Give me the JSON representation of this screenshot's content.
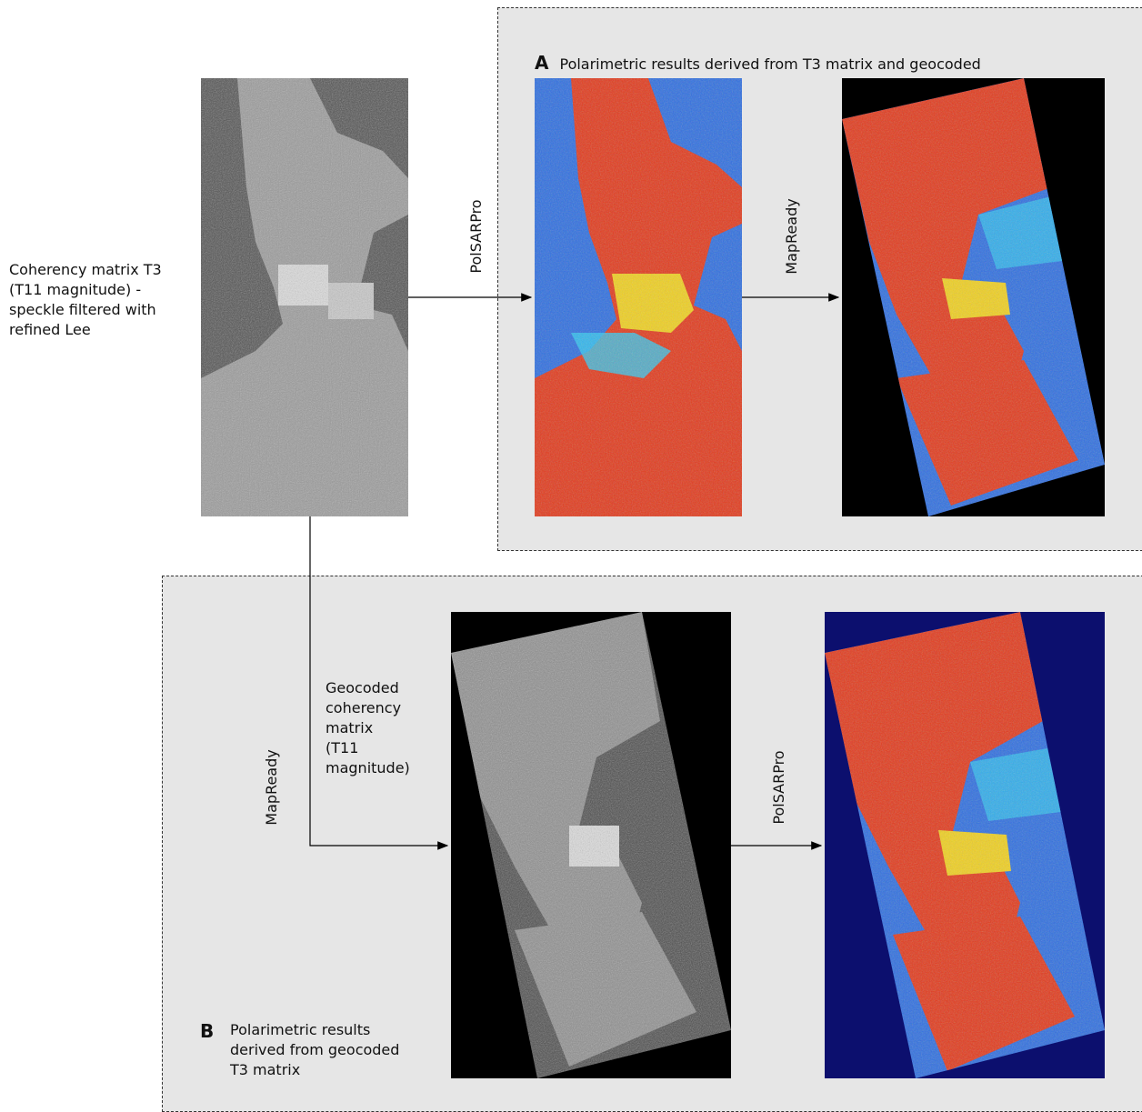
{
  "source": {
    "description": "Coherency matrix T3\n(T11 magnitude) -\nspeckle filtered with\nrefined Lee"
  },
  "panel_a": {
    "letter": "A",
    "title": "Polarimetric results derived from T3 matrix and geocoded",
    "step1_tool": "PolSARPro",
    "step2_tool": "MapReady"
  },
  "panel_b": {
    "letter": "B",
    "title": "Polarimetric results\nderived from geocoded\nT3 matrix",
    "step1_tool": "MapReady",
    "step1_output": "Geocoded\ncoherency\nmatrix\n(T11\n magnitude)",
    "step2_tool": "PolSARPro"
  },
  "colors": {
    "panel_background": "#e6e6e6",
    "panel_border": "#333333",
    "water_blue": "#2f6fe0",
    "land_red": "#e23a1c",
    "mid_yellow": "#f0d020",
    "cyan": "#32c8f0",
    "nodata_black": "#000000",
    "nodata_navy": "#0c0f6e"
  },
  "icons": {
    "arrow": "arrow-right-icon"
  }
}
